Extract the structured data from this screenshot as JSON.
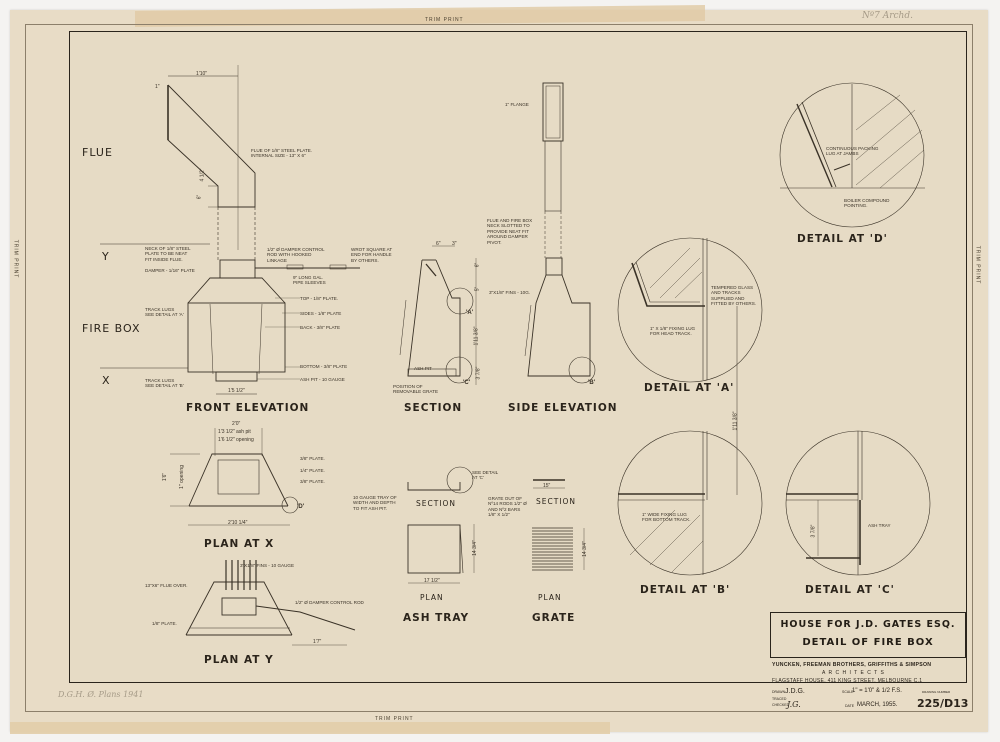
{
  "sheet": {
    "trim_print_label": "TRIM PRINT",
    "pencil_top_right": "Nº7 Archd.",
    "pencil_bottom_left": "D.G.H. Ø. Plans 1941"
  },
  "side_labels": {
    "flue": "FLUE",
    "fire_box": "FIRE BOX",
    "y": "Y",
    "x": "X"
  },
  "views": {
    "front_elevation": "FRONT ELEVATION",
    "section": "SECTION",
    "side_elevation": "SIDE ELEVATION",
    "plan_at_x": "PLAN AT X",
    "plan_at_y": "PLAN AT Y",
    "ash_tray": "ASH TRAY",
    "grate": "GRATE",
    "ash_tray_section": "SECTION",
    "ash_tray_plan": "PLAN",
    "grate_section": "SECTION",
    "grate_plan": "PLAN",
    "detail_a": "DETAIL AT 'A'",
    "detail_b": "DETAIL AT 'B'",
    "detail_c": "DETAIL AT 'C'",
    "detail_d": "DETAIL AT 'D'"
  },
  "notes": {
    "flue_plate": "Flue of 1/8\" steel plate.\nInternal size - 13\" x 6\"",
    "neck": "Neck of 1/8\" steel\nplate to be neat\nfit inside flue.",
    "damper": "Damper - 1/16\" plate",
    "damper_rod": "1/2\" Ø damper control\nrod with hooked\nlinkage",
    "wrot_square": "Wrot square at\nend for handle\nby others.",
    "pipe_sleeves": "9\" long gal.\npipe sleeves",
    "track_lugs_a": "Track lugs\nsee detail at 'A'",
    "track_lugs_b": "Track lugs\nsee detail at 'B'",
    "top_plate": "Top - 1/8\" plate.",
    "sides_plate": "Sides - 1/8\" plate",
    "back_plate": "Back - 3/8\" plate",
    "bottom_plate": "Bottom - 3/8\" plate",
    "ash_pit_gauge": "Ash pit - 10 gauge",
    "one_flange": "1\" flange",
    "flue_slotted": "Flue and fire box\nneck slotted to\nprovide neat fit\naround damper\npivot.",
    "fins": "3\"x1/8\" fins - 10G.",
    "ash_pit": "Ash pit",
    "grate_position": "Position of\nremovable grate",
    "plate_3_8": "3/8\" plate.",
    "plate_1_4": "1/4\" plate.",
    "plate_3_8b": "3/8\" plate.",
    "fins_plan": "3\"x1/8\" fins - 10 gauge",
    "flue_over": "13\"x6\" flue over.",
    "plate_1_8": "1/8\" plate.",
    "damper_rod_plan": "1/2\" Ø damper control rod",
    "tray_note": "10 gauge tray of\nwidth and depth\nto fit ash pit.",
    "see_detail_c": "See detail\nat 'C'",
    "grate_note": "Grate out of\nNº14 rods 1/2\" Ø\nand Nº2 bars\n1/8\" x 1/2\"",
    "continuous_packing": "Continuous packing\nlug at jambs",
    "boiler_compound": "Boiler compound\npointing.",
    "tempered_glass": "Tempered glass\nand tracks\nsupplied and\nfitted by others.",
    "fixing_lug_head": "1\" x 1/8\" fixing lug\nfor head track.",
    "fixing_lug_bottom": "1\" wide fixing lug\nfor bottom track.",
    "ash_tray_detail": "Ash tray"
  },
  "dimensions": {
    "flue_width": "1'10\"",
    "flue_top": "1\"",
    "flue_angle": "4 1/2\"",
    "flue_neck": "6\"",
    "front_base": "1'5 1/2\"",
    "section_top_a": "6\"",
    "section_top_b": "3\"",
    "section_h1": "6\"",
    "section_h2": "5\"",
    "section_h3": "1'11 3/8\"",
    "section_h4": "3 7/8\"",
    "plan_x_top": "2'0\"",
    "plan_x_ashpit": "1'3 1/2\" ash pit",
    "plan_x_opening": "1'6 1/2\" opening",
    "plan_x_depth": "1'6\"",
    "plan_x_opening_h": "1'' opening",
    "plan_x_bottom": "2'10 1/4\"",
    "plan_y_rod": "1'7\"",
    "tray_width": "17 1/2\"",
    "tray_depth": "14 3/4\"",
    "grate_width": "15\"",
    "grate_depth": "14 3/4\"",
    "detail_height": "1'11 3/8\"",
    "detail_c_h": "3 7/8\""
  },
  "detail_refs": {
    "a": "'A'",
    "b": "'B'",
    "c": "'C'",
    "d": "'D'"
  },
  "title_block": {
    "project": "HOUSE FOR J.D. GATES ESQ.",
    "drawing": "DETAIL OF FIRE BOX",
    "architects": "YUNCKEN, FREEMAN BROTHERS, GRIFFITHS & SIMPSON",
    "architects_sub": "A R C H I T E C T S",
    "address": "FLAGSTAFF HOUSE, 411 KING STREET, MELBOURNE C.1",
    "drawn_label": "DRAWN",
    "drawn_value": "J.D.G.",
    "traced_label": "TRACED",
    "checked_label": "CHECKED",
    "checked_value": "J.G.",
    "scale_label": "SCALE",
    "scale_value": "1\" = 1'0\" & 1/2 F.S.",
    "drawing_number_label": "DRAWING NUMBER",
    "date_label": "DATE",
    "date_value": "MARCH, 1955.",
    "drawing_number": "225/D13"
  },
  "colors": {
    "paper": "#e6dbc5",
    "ink": "#2a241c",
    "pencil": "#a69b88",
    "background": "#f4f3f1"
  }
}
